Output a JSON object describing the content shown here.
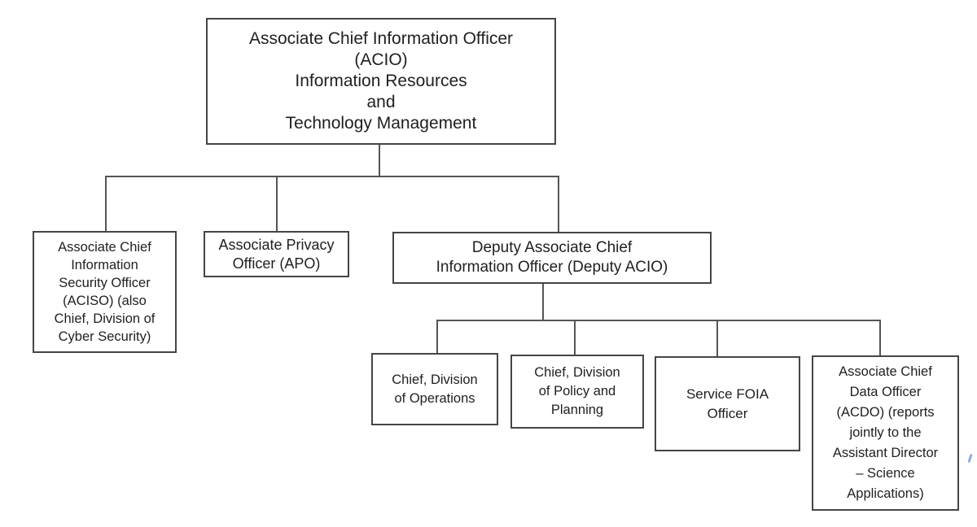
{
  "chart": {
    "type": "org-chart",
    "title": "Associate Chief Information Officer (ACIO) organization chart",
    "colors": {
      "line": "#555555",
      "border": "#454545",
      "text": "#1f1f1f",
      "background": "#ffffff",
      "stray_mark": "#7a9fd8"
    },
    "nodes": {
      "acio": {
        "id": "ACIO",
        "label": "Associate Chief Information Officer\n(ACIO)\nInformation Resources\nand\nTechnology Management"
      },
      "aciso": {
        "id": "ACISO",
        "label": "Associate Chief\nInformation\nSecurity Officer\n(ACISO) (also\nChief, Division of\nCyber Security)"
      },
      "apo": {
        "id": "APO",
        "label": "Associate Privacy\nOfficer (APO)"
      },
      "deputy_acio": {
        "id": "Deputy ACIO",
        "label": "Deputy Associate Chief\nInformation Officer (Deputy ACIO)"
      },
      "operations": {
        "id": "Division of Operations",
        "label": "Chief, Division\nof Operations"
      },
      "policy_planning": {
        "id": "Division of Policy and Planning",
        "label": "Chief, Division\nof Policy and\nPlanning"
      },
      "foia": {
        "id": "Service FOIA Officer",
        "label": "Service FOIA\nOfficer"
      },
      "acdo": {
        "id": "ACDO",
        "label": "Associate Chief\nData Officer\n(ACDO) (reports\njointly to the\nAssistant Director\n– Science\nApplications)"
      }
    },
    "edges": [
      {
        "from": "ACIO",
        "to": "ACISO"
      },
      {
        "from": "ACIO",
        "to": "APO"
      },
      {
        "from": "ACIO",
        "to": "Deputy ACIO"
      },
      {
        "from": "Deputy ACIO",
        "to": "Division of Operations"
      },
      {
        "from": "Deputy ACIO",
        "to": "Division of Policy and Planning"
      },
      {
        "from": "Deputy ACIO",
        "to": "Service FOIA Officer"
      },
      {
        "from": "Deputy ACIO",
        "to": "ACDO"
      }
    ]
  }
}
